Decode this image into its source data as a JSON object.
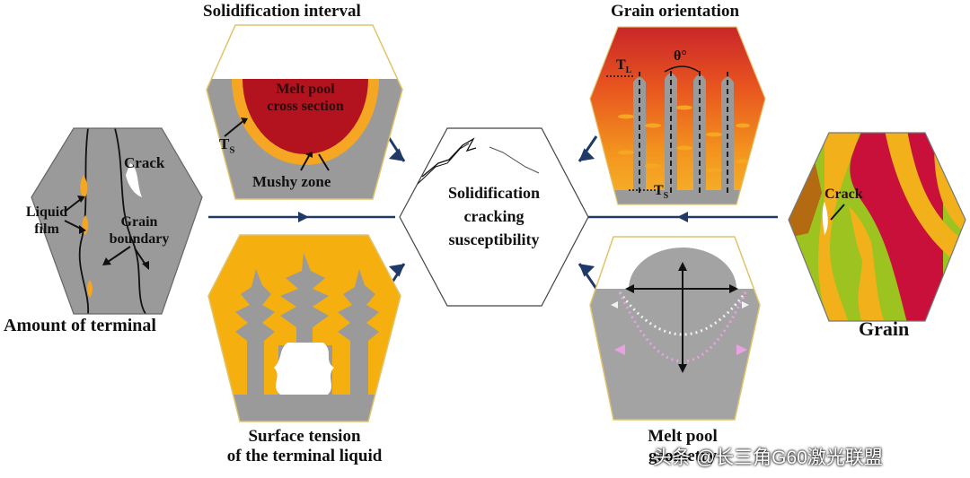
{
  "titles": {
    "solidification_interval": "Solidification interval",
    "grain_orientation": "Grain orientation",
    "amount_terminal": "Amount of terminal",
    "grain": "Grain",
    "surface_tension_line1": "Surface tension",
    "surface_tension_line2": "of the terminal liquid",
    "melt_pool_geometry_line1": "Melt pool",
    "melt_pool_geometry_line2": "geometry"
  },
  "center": {
    "line1": "Solidification",
    "line2": "cracking",
    "line3": "susceptibility"
  },
  "solidification_panel": {
    "melt_pool_line1": "Melt pool",
    "melt_pool_line2": "cross section",
    "ts": "T",
    "ts_sub": "S",
    "mushy_zone": "Mushy zone"
  },
  "grain_orientation_panel": {
    "tl": "T",
    "tl_sub": "L",
    "theta": "θ°",
    "ts": "T",
    "ts_sub": "S"
  },
  "terminal_panel": {
    "crack": "Crack",
    "liquid": "Liquid",
    "film": "film",
    "grain": "Grain",
    "boundary": "boundary"
  },
  "grain_panel": {
    "crack": "Crack"
  },
  "watermark": "头条 @长三角G60激光联盟",
  "colors": {
    "gray": "#9a9a9a",
    "orange": "#f5a623",
    "dark_red": "#b3121f",
    "navy": "#1f3a66",
    "crimson": "#c8103a",
    "lime": "#9cc31f"
  }
}
